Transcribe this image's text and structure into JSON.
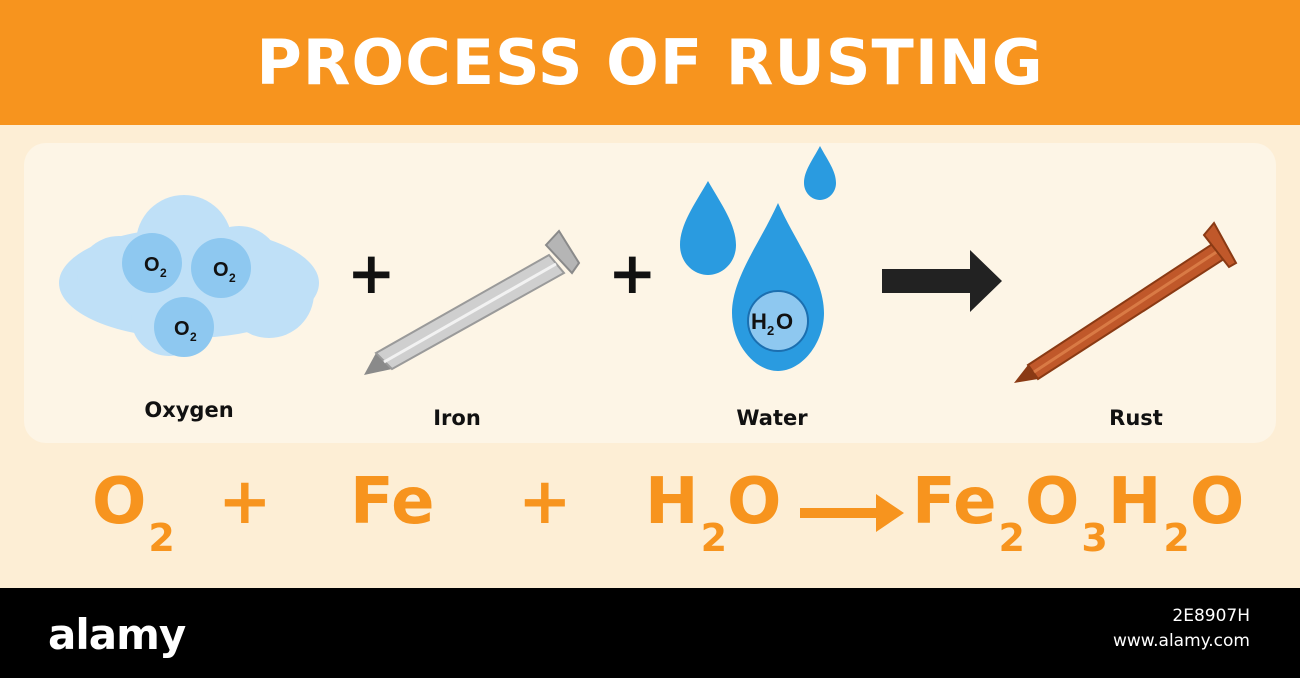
{
  "title": "PROCESS OF RUSTING",
  "reactants": {
    "oxygen": {
      "label": "Oxygen",
      "molecule": "O",
      "molecule_sub": "2"
    },
    "iron": {
      "label": "Iron"
    },
    "water": {
      "label": "Water",
      "molecule_a": "H",
      "molecule_sub": "2",
      "molecule_b": "O"
    },
    "rust": {
      "label": "Rust"
    }
  },
  "operators": {
    "plus": "+"
  },
  "equation": {
    "term1": {
      "sym": "O",
      "sub": "2"
    },
    "plus1": "+",
    "term2": {
      "sym": "Fe"
    },
    "plus2": "+",
    "term3": {
      "sym_a": "H",
      "sub": "2",
      "sym_b": "O"
    },
    "product": {
      "p1": "Fe",
      "s1": "2",
      "p2": "O",
      "s2": "3",
      "p3": "H",
      "s3": "2",
      "p4": "O"
    }
  },
  "watermark": {
    "brand": "alamy",
    "image_id": "2E8907H",
    "site": "www.alamy.com"
  },
  "colors": {
    "accent_orange": "#f7941e",
    "background": "#fdeed5",
    "cloud_blue": "#bfe0f7",
    "water_blue": "#2a9be0",
    "rust_brown": "#c0582a"
  }
}
